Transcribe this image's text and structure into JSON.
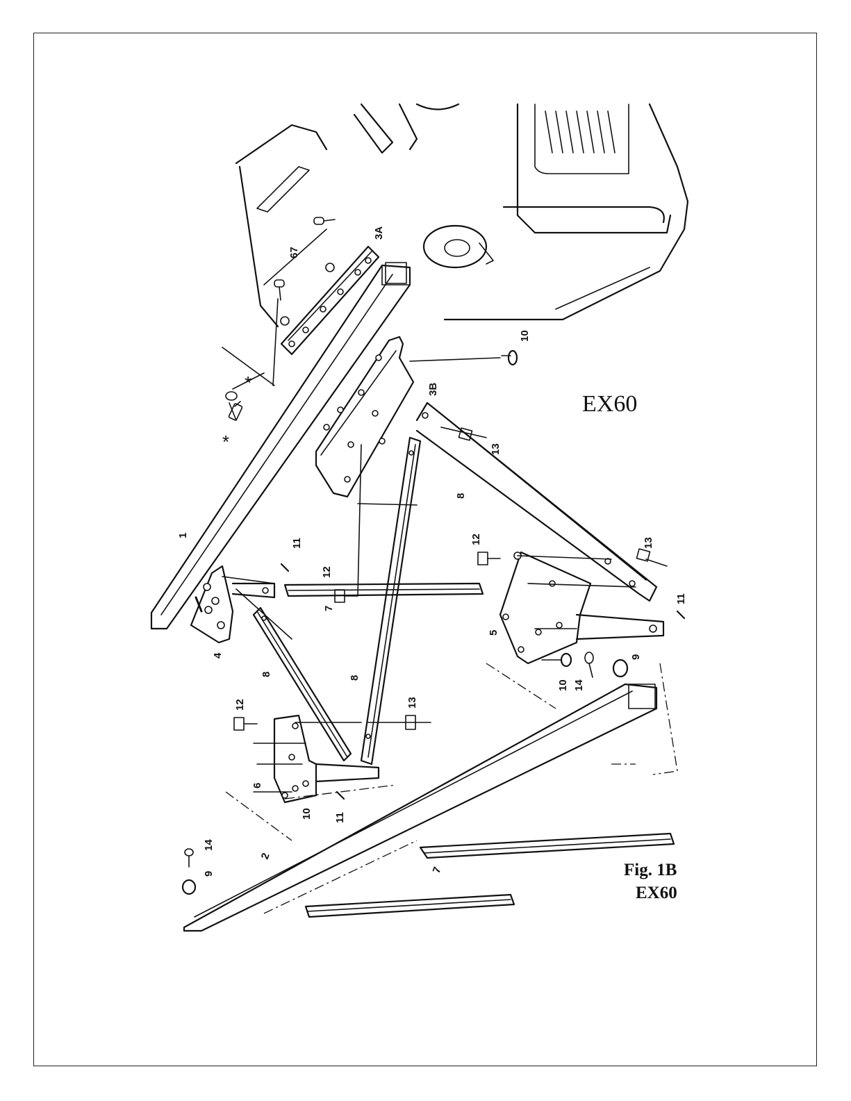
{
  "figure": {
    "model_heading": "EX60",
    "caption_line1": "Fig. 1B",
    "caption_line2": "EX60"
  },
  "labels": {
    "p1": "1",
    "p2": "2",
    "p3a": "3A",
    "p3b": "3B",
    "p4": "4",
    "p5": "5",
    "p6": "6",
    "p7a": "7",
    "p7b": "7",
    "p8a": "8",
    "p8b": "8",
    "p8c": "8",
    "p9a": "9",
    "p9b": "9",
    "p10a": "10",
    "p10b": "10",
    "p10c": "10",
    "p11a": "11",
    "p11b": "11",
    "p11c": "11",
    "p12a": "12",
    "p12b": "12",
    "p12c": "12",
    "p13a": "13",
    "p13b": "13",
    "p13c": "13",
    "p14a": "14",
    "p14b": "14",
    "p67": "67",
    "star_a": "*",
    "star_b": "*"
  }
}
